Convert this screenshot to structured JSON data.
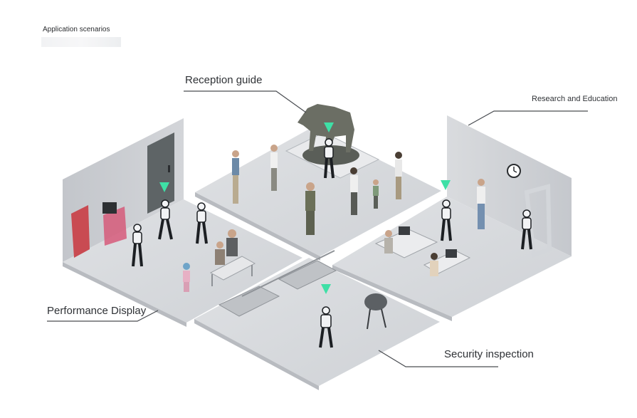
{
  "header": {
    "title": "Application scenarios"
  },
  "scenes": {
    "reception": {
      "label": "Reception guide"
    },
    "research": {
      "label": "Research and Education"
    },
    "performance": {
      "label": "Performance Display"
    },
    "security": {
      "label": "Security inspection"
    }
  },
  "colors": {
    "floor": "#d6d8dc",
    "wall": "#c9ccd1",
    "marker": "#3ee0a6",
    "robot_body": "#f2f3f5",
    "robot_joint": "#1c1f23",
    "leader_line": "#4a4d52"
  },
  "icons": {
    "robot": "humanoid-robot-icon",
    "marker": "location-marker-icon",
    "clock": "wall-clock-icon",
    "horse": "horse-statue-icon"
  }
}
